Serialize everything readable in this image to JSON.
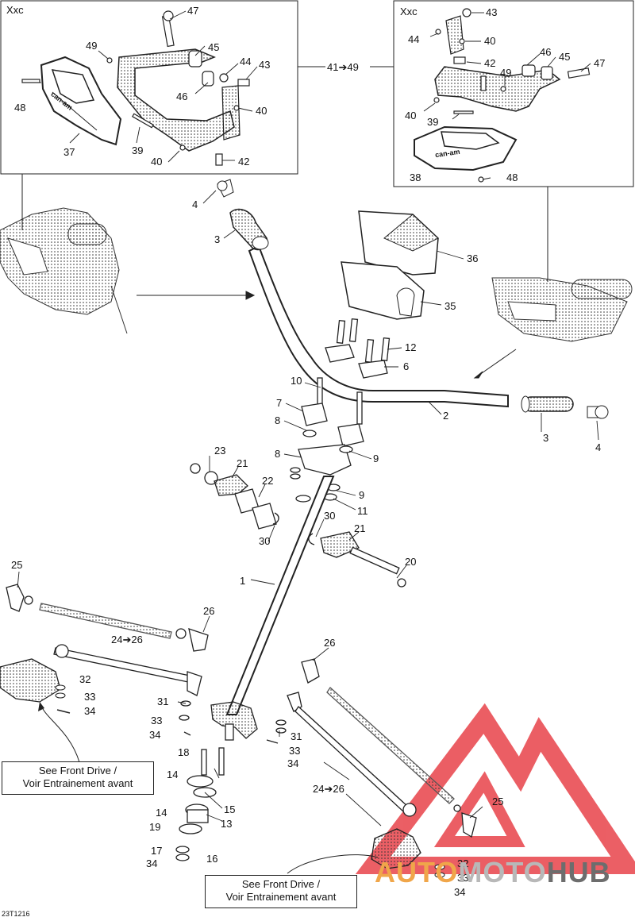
{
  "insets": {
    "left_title": "Xxc",
    "right_title": "Xxc",
    "range_label": "41➔49"
  },
  "callouts": [
    {
      "id": "c47a",
      "text": "47"
    },
    {
      "id": "c49a",
      "text": "49"
    },
    {
      "id": "c45a",
      "text": "45"
    },
    {
      "id": "c44a",
      "text": "44"
    },
    {
      "id": "c43a",
      "text": "43"
    },
    {
      "id": "c48a",
      "text": "48"
    },
    {
      "id": "c46a",
      "text": "46"
    },
    {
      "id": "c40a",
      "text": "40"
    },
    {
      "id": "c37",
      "text": "37"
    },
    {
      "id": "c39a",
      "text": "39"
    },
    {
      "id": "c40b",
      "text": "40"
    },
    {
      "id": "c42a",
      "text": "42"
    },
    {
      "id": "c43b",
      "text": "43"
    },
    {
      "id": "c44b",
      "text": "44"
    },
    {
      "id": "c40c",
      "text": "40"
    },
    {
      "id": "c42b",
      "text": "42"
    },
    {
      "id": "c46b",
      "text": "46"
    },
    {
      "id": "c45b",
      "text": "45"
    },
    {
      "id": "c47b",
      "text": "47"
    },
    {
      "id": "c49b",
      "text": "49"
    },
    {
      "id": "c40d",
      "text": "40"
    },
    {
      "id": "c39b",
      "text": "39"
    },
    {
      "id": "c38",
      "text": "38"
    },
    {
      "id": "c48b",
      "text": "48"
    },
    {
      "id": "c4a",
      "text": "4"
    },
    {
      "id": "c3a",
      "text": "3"
    },
    {
      "id": "c36",
      "text": "36"
    },
    {
      "id": "c35",
      "text": "35"
    },
    {
      "id": "c12",
      "text": "12"
    },
    {
      "id": "c6",
      "text": "6"
    },
    {
      "id": "c10",
      "text": "10"
    },
    {
      "id": "c2",
      "text": "2"
    },
    {
      "id": "c7",
      "text": "7"
    },
    {
      "id": "c8a",
      "text": "8"
    },
    {
      "id": "c3b",
      "text": "3"
    },
    {
      "id": "c4b",
      "text": "4"
    },
    {
      "id": "c8b",
      "text": "8"
    },
    {
      "id": "c9a",
      "text": "9"
    },
    {
      "id": "c23",
      "text": "23"
    },
    {
      "id": "c21a",
      "text": "21"
    },
    {
      "id": "c22",
      "text": "22"
    },
    {
      "id": "c9b",
      "text": "9"
    },
    {
      "id": "c11",
      "text": "11"
    },
    {
      "id": "c30a",
      "text": "30"
    },
    {
      "id": "c30b",
      "text": "30"
    },
    {
      "id": "c21b",
      "text": "21"
    },
    {
      "id": "c25a",
      "text": "25"
    },
    {
      "id": "c20",
      "text": "20"
    },
    {
      "id": "c1",
      "text": "1"
    },
    {
      "id": "c26a",
      "text": "26"
    },
    {
      "id": "c24a",
      "text": "24➔26"
    },
    {
      "id": "c32a",
      "text": "32"
    },
    {
      "id": "c33a",
      "text": "33"
    },
    {
      "id": "c34a",
      "text": "34"
    },
    {
      "id": "c31a",
      "text": "31"
    },
    {
      "id": "c33b",
      "text": "33"
    },
    {
      "id": "c34b",
      "text": "34"
    },
    {
      "id": "c26b",
      "text": "26"
    },
    {
      "id": "c31b",
      "text": "31"
    },
    {
      "id": "c33c",
      "text": "33"
    },
    {
      "id": "c34c",
      "text": "34"
    },
    {
      "id": "c18",
      "text": "18"
    },
    {
      "id": "c14a",
      "text": "14"
    },
    {
      "id": "c15",
      "text": "15"
    },
    {
      "id": "c24b",
      "text": "24➔26"
    },
    {
      "id": "c14b",
      "text": "14"
    },
    {
      "id": "c13",
      "text": "13"
    },
    {
      "id": "c25b",
      "text": "25"
    },
    {
      "id": "c19",
      "text": "19"
    },
    {
      "id": "c17",
      "text": "17"
    },
    {
      "id": "c16",
      "text": "16"
    },
    {
      "id": "c34d",
      "text": "34"
    },
    {
      "id": "c32b",
      "text": "32"
    },
    {
      "id": "c33d",
      "text": "33"
    },
    {
      "id": "c34e",
      "text": "34"
    }
  ],
  "notes": {
    "front_drive_left": "See Front Drive /\nVoir Entrainement avant",
    "front_drive_right": "See Front Drive /\nVoir Entrainement avant"
  },
  "diagram_code": "23T1216",
  "guard_brand": "can-am",
  "watermark": {
    "part_a": "AUTO",
    "part_b": "MOTO",
    "part_c": "HUB",
    "color_a": "#f0a64a",
    "color_b": "#b8b8b8",
    "color_c": "#6d6d6d",
    "logo_color": "#e8434a"
  }
}
